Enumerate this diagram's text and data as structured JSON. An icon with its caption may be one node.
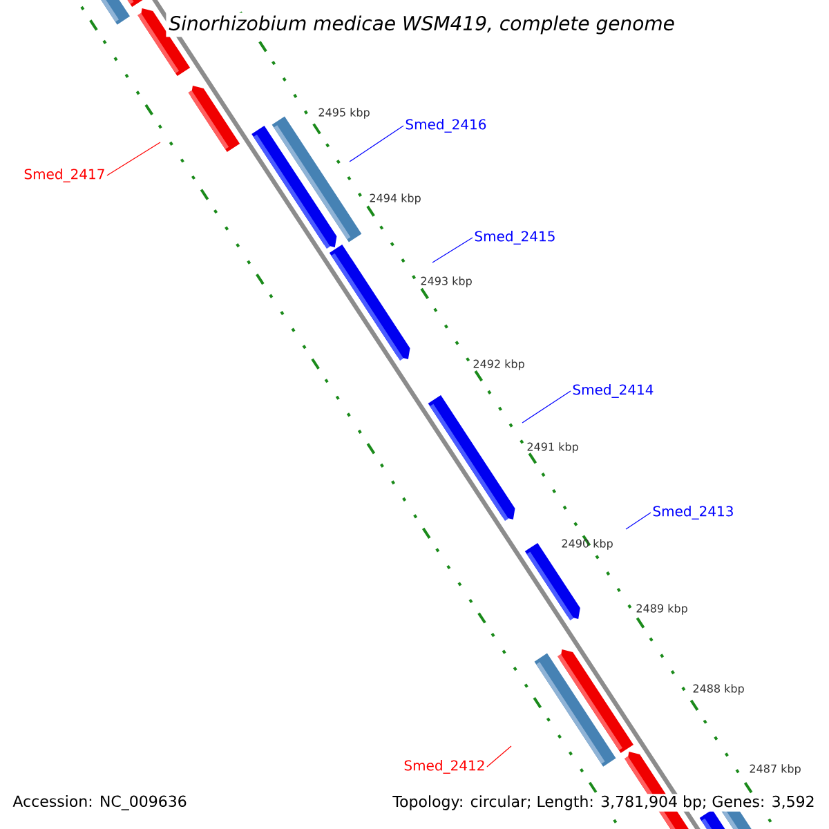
{
  "diagram": {
    "title": "Sinorhizobium medicae WSM419, complete genome",
    "nodes": [
      {
        "text": [
          "Smed_2417"
        ]
      },
      {
        "text": [
          "Smed_2416"
        ]
      },
      {
        "text": [
          "Smed_2415"
        ]
      },
      {
        "text": [
          "Smed_2414"
        ]
      },
      {
        "text": [
          "Smed_2413"
        ]
      },
      {
        "text": [
          "Smed_2412"
        ]
      }
    ],
    "edges": [
      {
        "from": 0,
        "to": null,
        "arrow": "none",
        "color": "#ff0000"
      },
      {
        "from": 1,
        "to": null,
        "arrow": "none"
      },
      {
        "from": 2,
        "to": null,
        "arrow": "none"
      },
      {
        "from": 3,
        "to": null,
        "arrow": "none"
      },
      {
        "from": 4,
        "to": null,
        "arrow": "none"
      },
      {
        "from": 5,
        "to": null,
        "arrow": "none",
        "color": "#ff0000"
      }
    ],
    "labels": [
      "2495 kbp",
      "2494 kbp",
      "2493 kbp",
      "2492 kbp",
      "2491 kbp",
      "2490 kbp",
      "2489 kbp",
      "2488 kbp",
      "2487 kbp",
      "Accession: NC_009636",
      "Topology: circular; Length: 3,781,904 bp; Genes: 3,592"
    ]
  }
}
